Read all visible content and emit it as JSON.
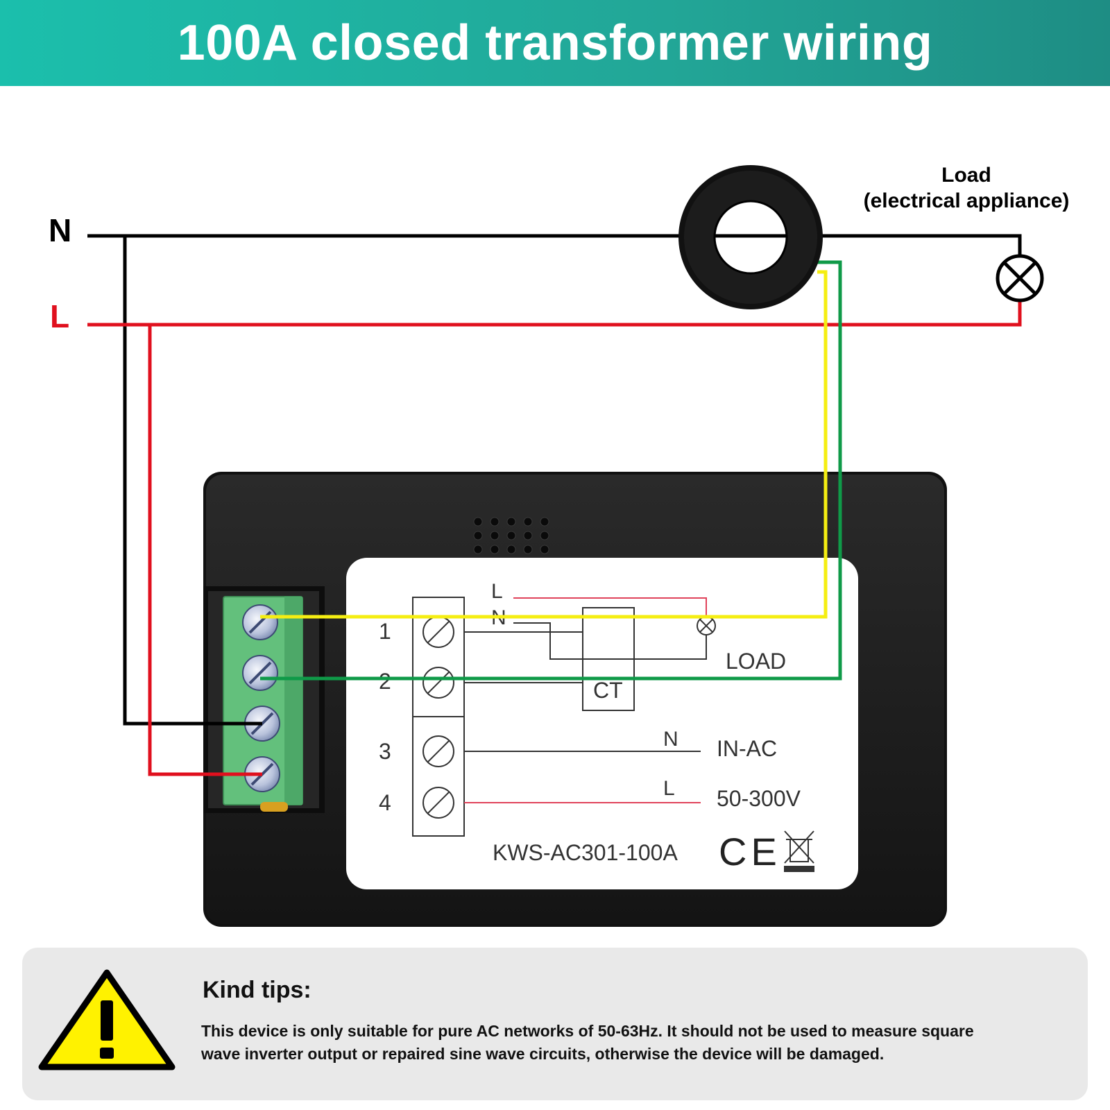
{
  "header": {
    "title": "100A closed transformer wiring"
  },
  "diagram": {
    "mains_neutral_label": "N",
    "mains_live_label": "L",
    "load_label_line1": "Load",
    "load_label_line2": "(electrical appliance)",
    "device": {
      "terminals": [
        "1",
        "2",
        "3",
        "4"
      ],
      "schematic_L": "L",
      "schematic_N": "N",
      "ct_label": "CT",
      "load_label": "LOAD",
      "in_n_label": "N",
      "in_l_label": "L",
      "in_ac_label": "IN-AC",
      "voltage_label": "50-300V",
      "model": "KWS-AC301-100A",
      "ce_mark": "CE"
    },
    "colors": {
      "neutral_wire": "#000000",
      "live_wire": "#e0101e",
      "ct_wire_yellow": "#f5ee12",
      "ct_wire_green": "#0f9a48",
      "terminal_block": "#63c07c",
      "device_body": "#1e1e1e",
      "header_band": "#1bbfac",
      "warning": "#fff200"
    }
  },
  "tips": {
    "title": "Kind tips:",
    "line1": "This device is only suitable for pure AC networks of 50-63Hz. It should not be used to measure square",
    "line2": "wave inverter output or repaired sine wave circuits, otherwise the device will be damaged."
  }
}
